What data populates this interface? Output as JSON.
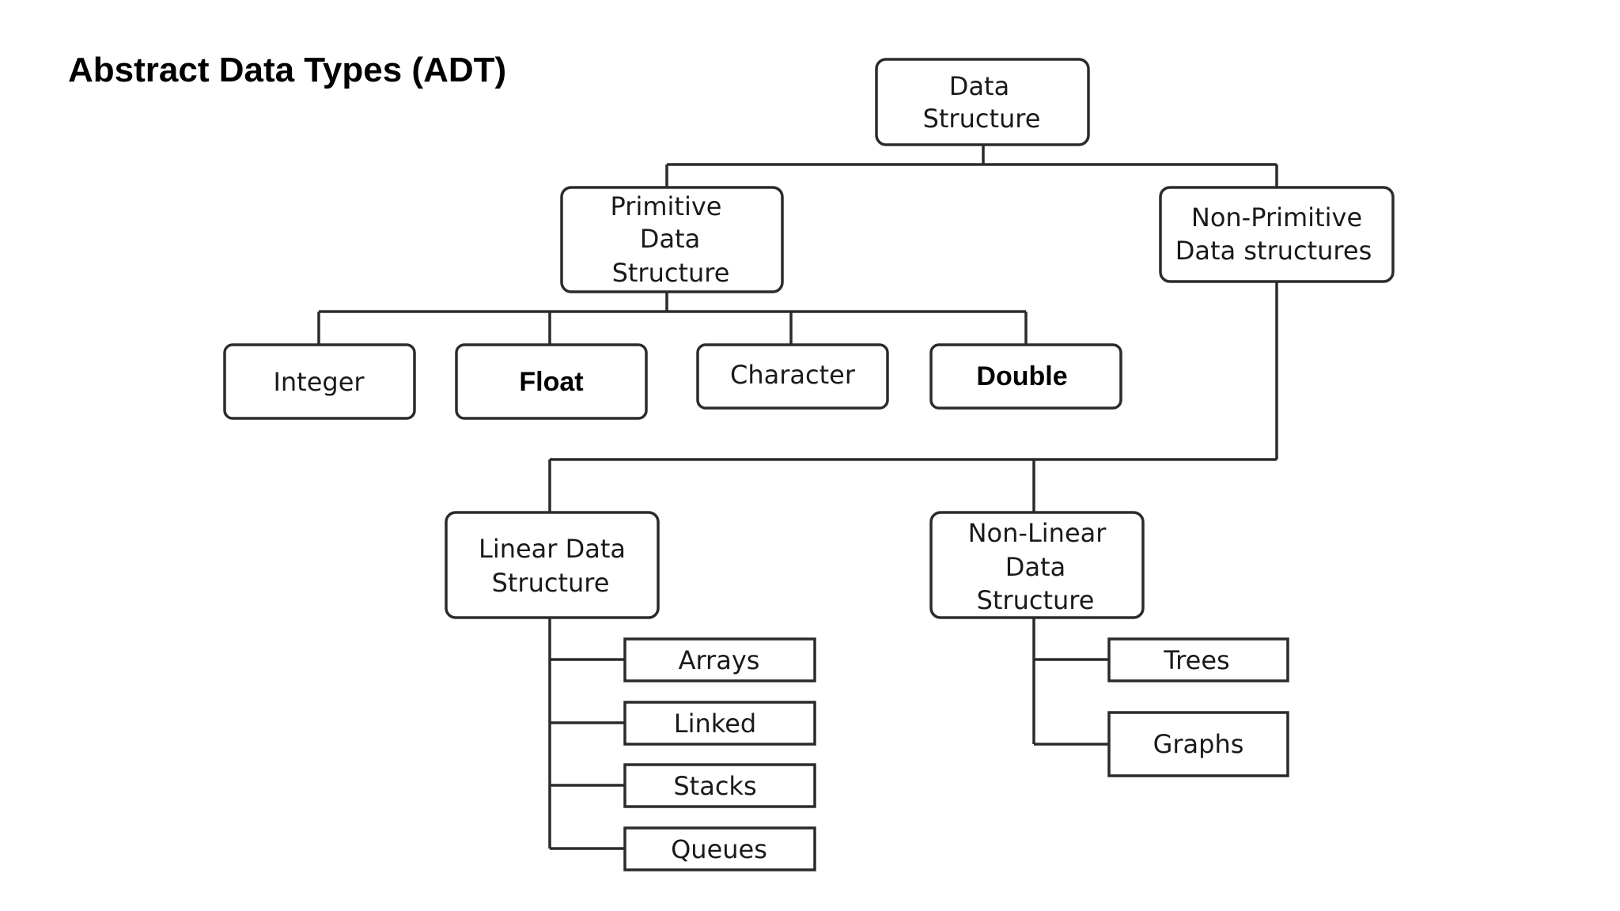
{
  "slide": {
    "title": "Abstract Data Types (ADT)"
  },
  "diagram": {
    "root": {
      "lines": [
        "Data",
        "Structure"
      ]
    },
    "primitive": {
      "lines": [
        "Primitive",
        "Data",
        "Structure"
      ],
      "children": [
        {
          "label": "Integer"
        },
        {
          "label": "Float"
        },
        {
          "label": "Character"
        },
        {
          "label": "Double"
        }
      ]
    },
    "non_primitive": {
      "lines": [
        "Non-Primitive",
        "Data structures"
      ],
      "linear": {
        "lines": [
          "Linear Data",
          "Structure"
        ],
        "children": [
          {
            "label": "Arrays"
          },
          {
            "label": "Linked"
          },
          {
            "label": "Stacks"
          },
          {
            "label": "Queues"
          }
        ]
      },
      "non_linear": {
        "lines": [
          "Non-Linear",
          "Data",
          "Structure"
        ],
        "children": [
          {
            "label": "Trees"
          },
          {
            "label": "Graphs"
          }
        ]
      }
    }
  },
  "colors": {
    "stroke": "#2b2b2b",
    "text": "#1a1a1a",
    "background": "#ffffff"
  }
}
